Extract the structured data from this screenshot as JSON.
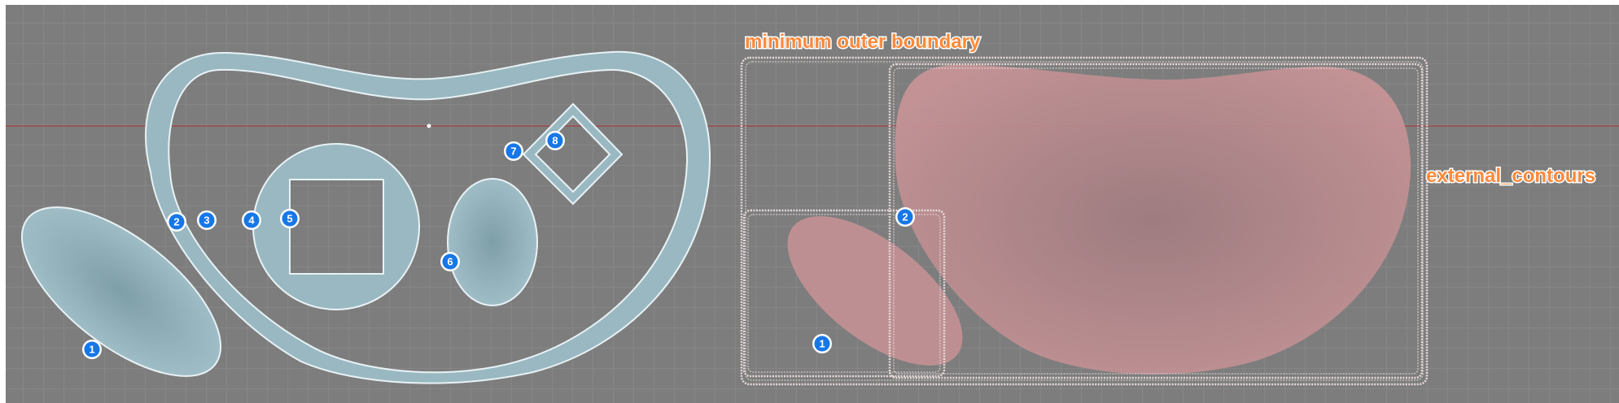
{
  "labels": {
    "min_outer_boundary": "minimum outer boundary",
    "external_contours": "external_contours"
  },
  "left_markers": [
    "1",
    "2",
    "3",
    "4",
    "5",
    "6",
    "7",
    "8"
  ],
  "right_markers": [
    "1",
    "2"
  ],
  "colors": {
    "background": "#7d7d7d",
    "grid": "#8e8e8e",
    "axis_line": "#9c4a4a",
    "shape_fill": "#9ab8c2",
    "shape_outline": "#e8f2f5",
    "contour_fill": "#c99295",
    "label_orange": "#ff8a3c",
    "marker_blue": "#1677e8"
  }
}
